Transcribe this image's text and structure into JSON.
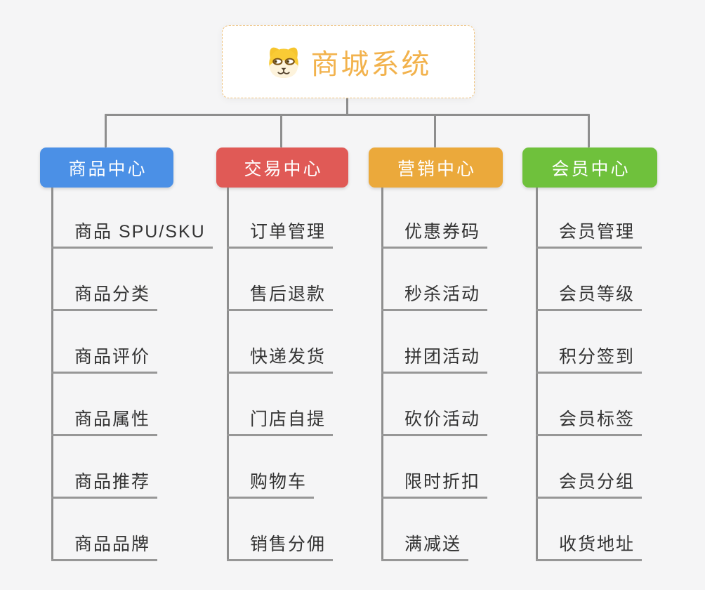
{
  "page": {
    "background": "#f5f5f6",
    "connector_color": "#8e8e8e",
    "leaf_text_color": "#333333"
  },
  "root": {
    "title": "商城系统",
    "icon": "shiba-dog-icon",
    "accent_color": "#f2b24c",
    "border_color": "#f0c37e"
  },
  "branches": [
    {
      "label": "商品中心",
      "color": "#4b90e6",
      "items": [
        "商品 SPU/SKU",
        "商品分类",
        "商品评价",
        "商品属性",
        "商品推荐",
        "商品品牌"
      ]
    },
    {
      "label": "交易中心",
      "color": "#e05a56",
      "items": [
        "订单管理",
        "售后退款",
        "快递发货",
        "门店自提",
        "购物车",
        "销售分佣"
      ]
    },
    {
      "label": "营销中心",
      "color": "#eba93b",
      "items": [
        "优惠券码",
        "秒杀活动",
        "拼团活动",
        "砍价活动",
        "限时折扣",
        "满减送"
      ]
    },
    {
      "label": "会员中心",
      "color": "#6fc13c",
      "items": [
        "会员管理",
        "会员等级",
        "积分签到",
        "会员标签",
        "会员分组",
        "收货地址"
      ]
    }
  ]
}
